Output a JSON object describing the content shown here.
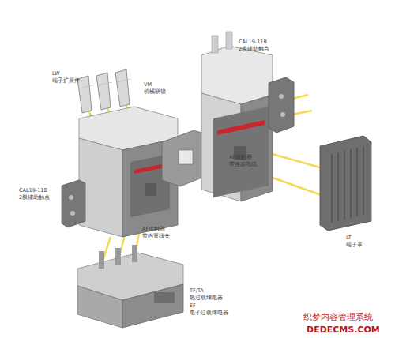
{
  "diagram": {
    "labels": [
      "LW",
      "端子扩展件",
      "VM",
      "机械联锁",
      "CAL19-11B",
      "2极辅助触点",
      "AF接触器",
      "带连接电缆",
      "LT",
      "端子罩",
      "CAL19-11B",
      "2极辅助触点",
      "AF接触器",
      "带内置线夹",
      "TF/TA",
      "热过载继电器",
      "EF",
      "电子过载继电器",
      "织梦内容管理系统",
      "DEDECMS.COM"
    ]
  }
}
